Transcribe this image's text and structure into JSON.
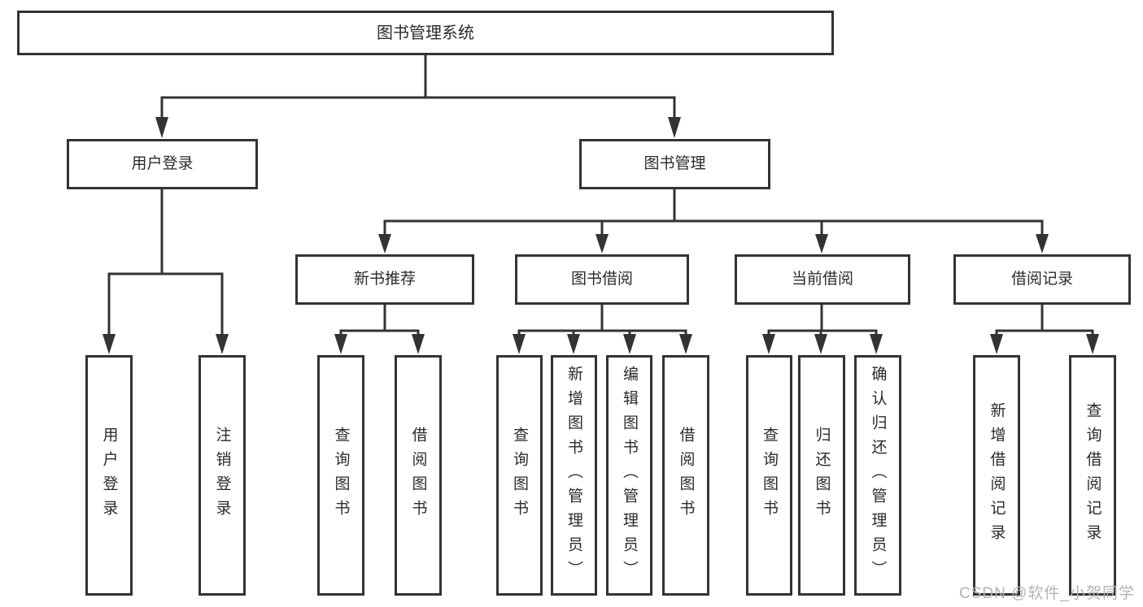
{
  "diagram_type": "tree-diagram",
  "tree": {
    "root": {
      "label": "图书管理系统"
    },
    "level2": [
      {
        "label": "用户登录"
      },
      {
        "label": "图书管理"
      }
    ],
    "level3": [
      {
        "label": "新书推荐"
      },
      {
        "label": "图书借阅"
      },
      {
        "label": "当前借阅"
      },
      {
        "label": "借阅记录"
      }
    ],
    "leaves": {
      "user": [
        {
          "label": "用户登录"
        },
        {
          "label": "注销登录"
        }
      ],
      "recommend": [
        {
          "label": "查询图书"
        },
        {
          "label": "借阅图书"
        }
      ],
      "borrow": [
        {
          "label": "查询图书"
        },
        {
          "label": "新增图书（管理员）"
        },
        {
          "label": "编辑图书（管理员）"
        },
        {
          "label": "借阅图书"
        }
      ],
      "current": [
        {
          "label": "查询图书"
        },
        {
          "label": "归还图书"
        },
        {
          "label": "确认归还（管理员）"
        }
      ],
      "records": [
        {
          "label": "新增借阅记录"
        },
        {
          "label": "查询借阅记录"
        }
      ]
    }
  },
  "watermark": {
    "label": "CSDN @软件_小贺同学"
  },
  "colors": {
    "line": "#333333",
    "text": "#2b2b2b",
    "watermark": "#b3b3b3",
    "bg": "#ffffff"
  }
}
